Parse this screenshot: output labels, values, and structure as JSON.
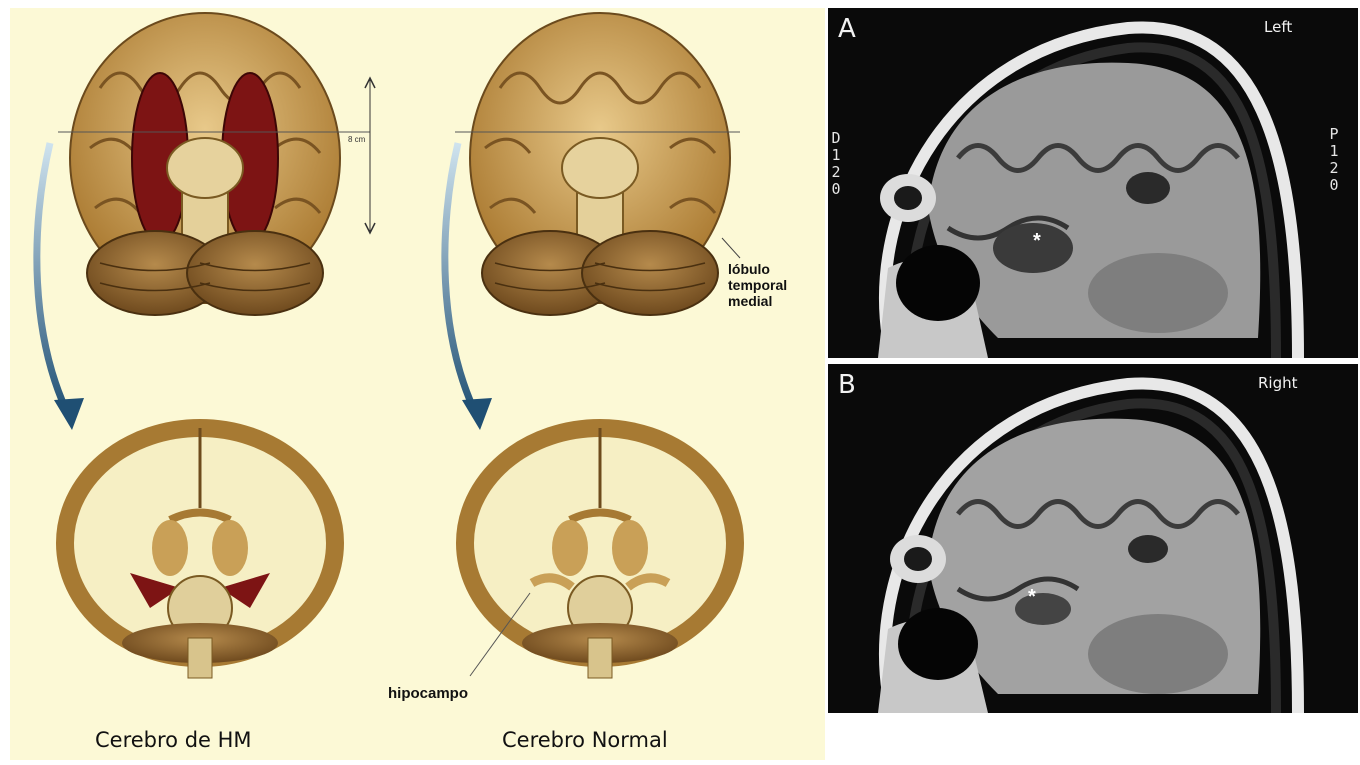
{
  "left_figure": {
    "captions": {
      "hm_brain": "Cerebro de HM",
      "normal_brain": "Cerebro Normal"
    },
    "annotations": {
      "medial_temporal_lobe": [
        "lóbulo",
        "temporal",
        "medial"
      ],
      "hippocampus": "hipocampo",
      "measurement": "8 cm"
    },
    "colors": {
      "background": "#fcf9d6",
      "brain_tissue": "#c9a057",
      "lesion": "#7d1414",
      "arrow": "#1f4f73"
    }
  },
  "mri": {
    "panel_a": {
      "letter": "A",
      "side": "Left",
      "marker": "*",
      "scale_text": [
        "D",
        "1",
        "2",
        "0"
      ]
    },
    "panel_b": {
      "letter": "B",
      "side": "Right",
      "marker": "*"
    },
    "right_scale_text": [
      "P",
      "1",
      "2",
      "0"
    ]
  }
}
